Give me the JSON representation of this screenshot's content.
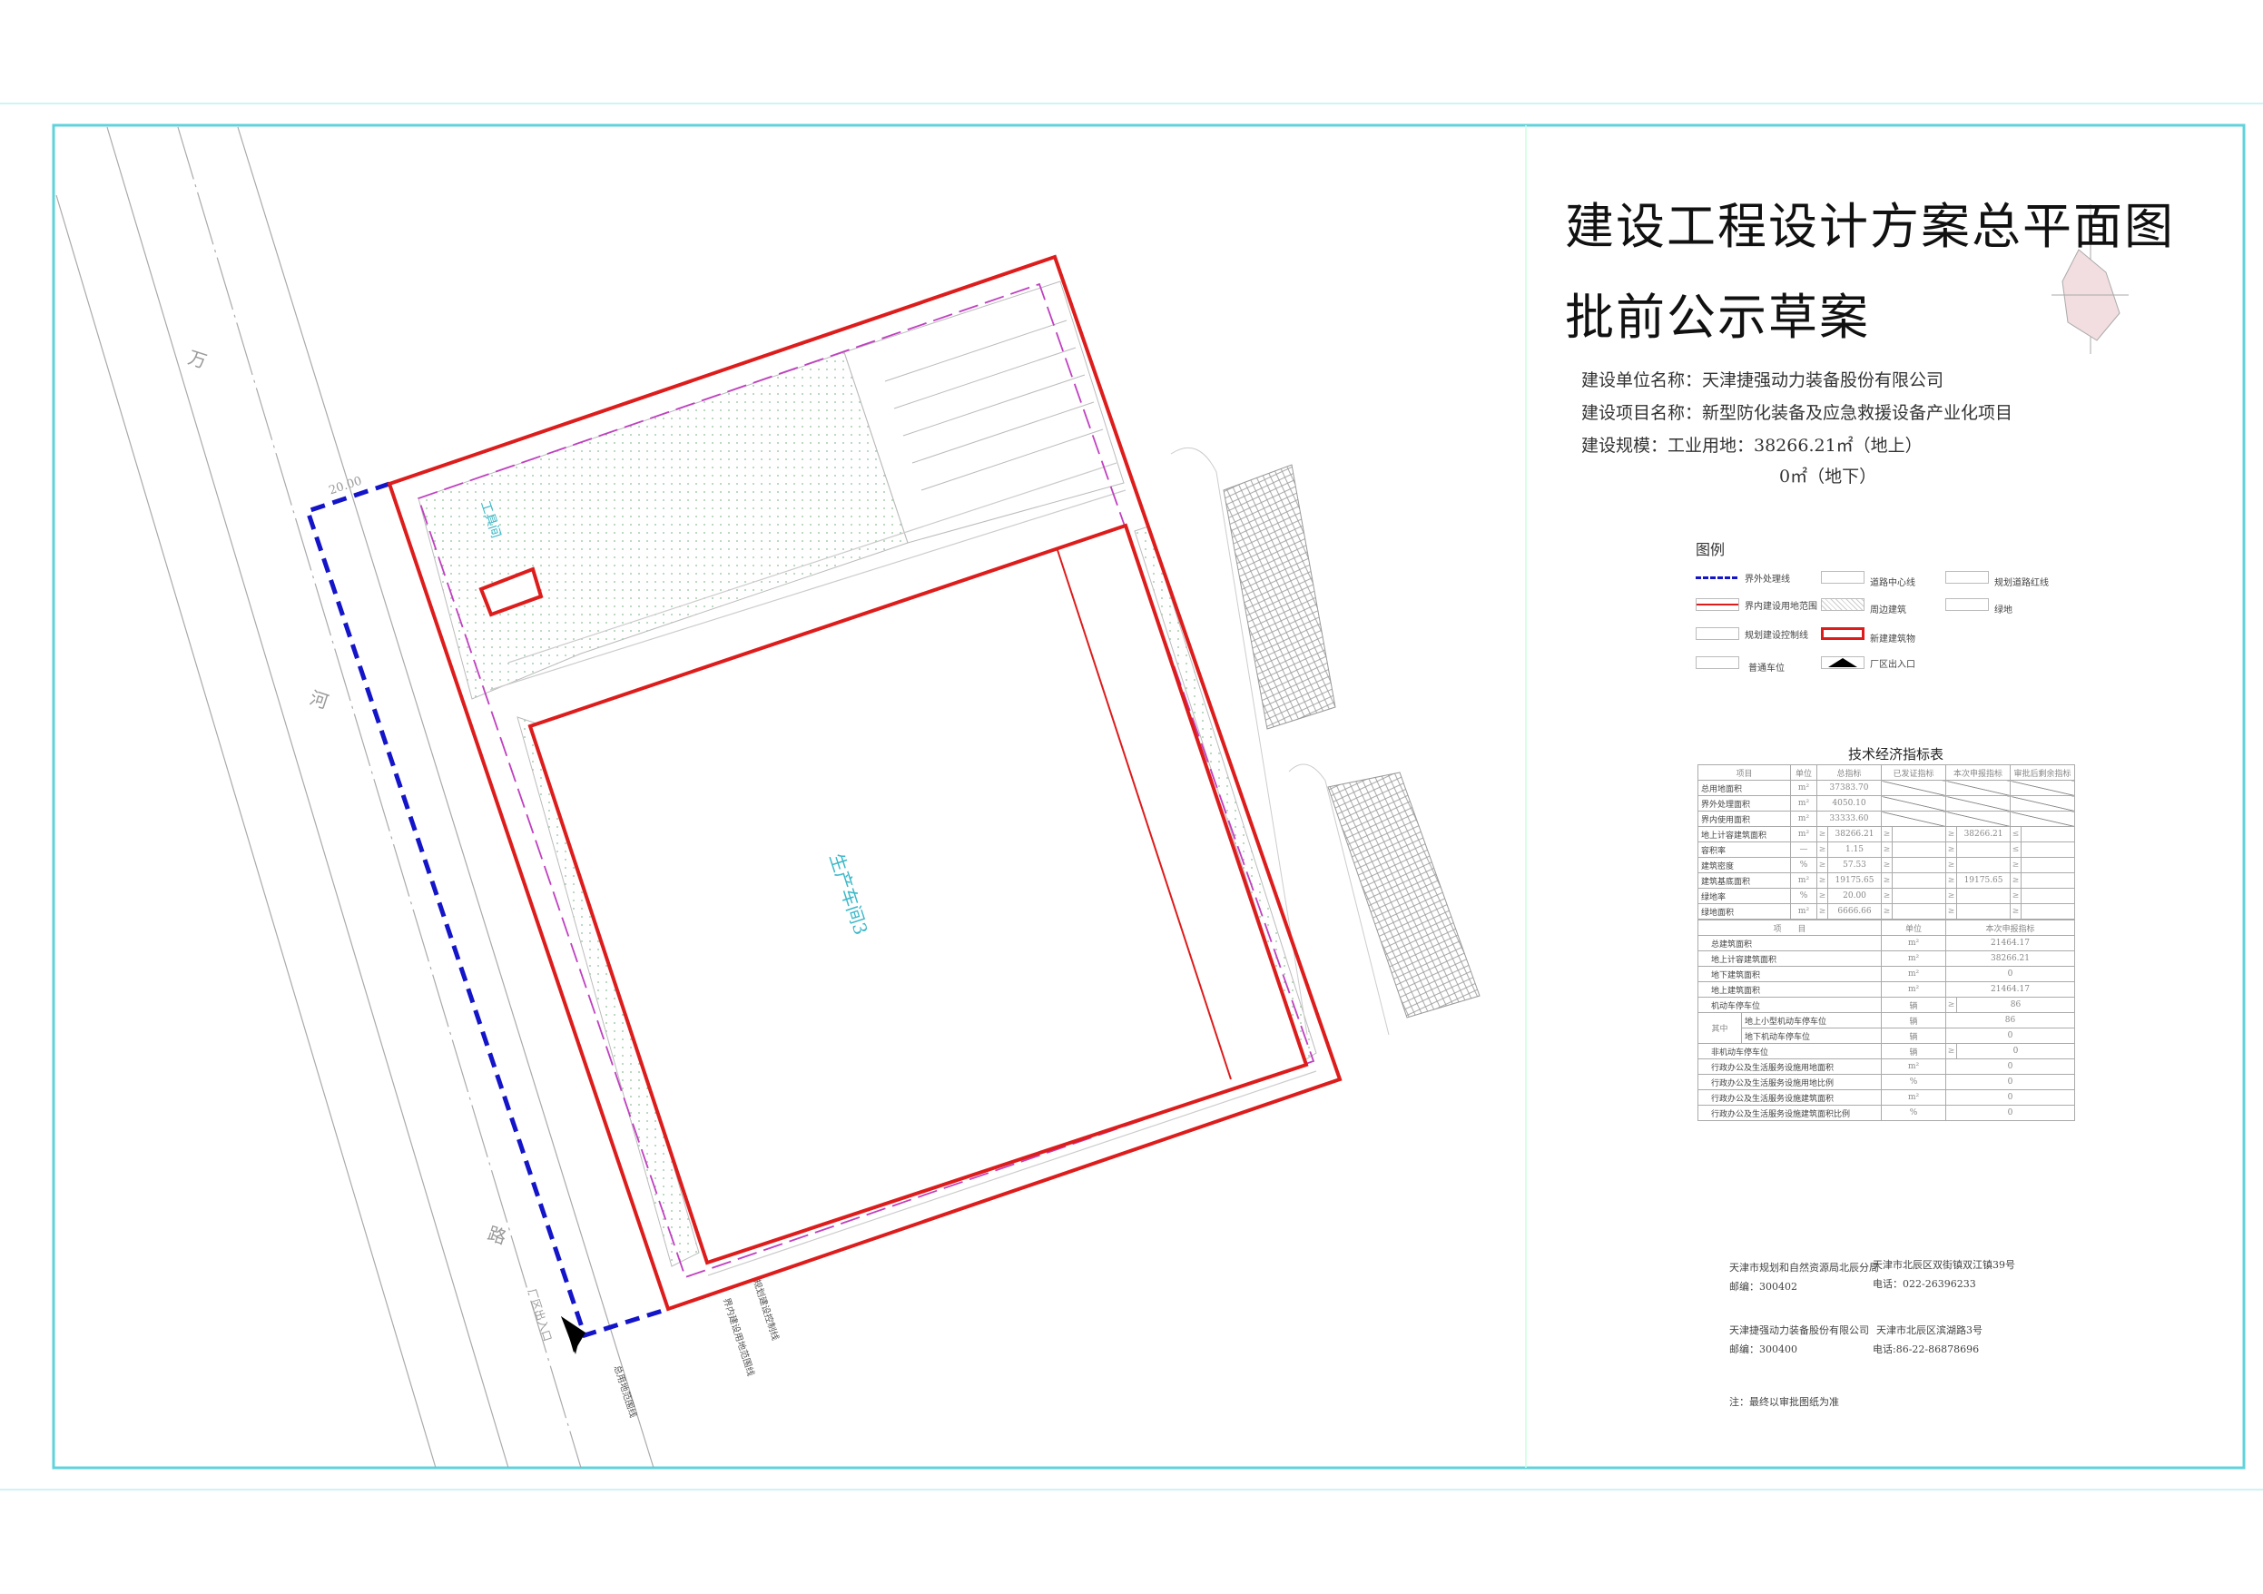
{
  "header": {
    "title_line1": "建设工程设计方案总平面图",
    "title_line2": "批前公示草案",
    "unit_line": "建设单位名称：天津捷强动力装备股份有限公司",
    "project_line": "建设项目名称：新型防化装备及应急救援设备产业化项目",
    "scale_line": "建设规模：工业用地：38266.21㎡（地上）",
    "scale_line2": "0㎡（地下）"
  },
  "colors": {
    "frame": "#5fd3dc",
    "boundary": "#dd1c1c",
    "outer_boundary": "#1414c8",
    "control_line": "#c040c0",
    "label": "#3ab8c8",
    "green": "#9cc9a0"
  },
  "plan": {
    "road_chars": [
      "万",
      "河",
      "路"
    ],
    "dimension": "20.00",
    "tool_room": "工具间",
    "workshop": "生产车间3",
    "entrance": "厂区出入口",
    "line_labels": [
      "总用地范围线",
      "界内建设用地范围线",
      "规划建设控制线"
    ]
  },
  "legend": {
    "title": "图例",
    "items": [
      {
        "label": "界外处理线",
        "icon": "blue-dashed-line"
      },
      {
        "label": "界内建设用地范围",
        "icon": "red-line"
      },
      {
        "label": "规划建设控制线",
        "icon": "dash-dot-line"
      },
      {
        "label": "普通车位",
        "icon": "parking-space"
      },
      {
        "label": "道路中心线",
        "icon": "center-line"
      },
      {
        "label": "周边建筑",
        "icon": "hatched-building"
      },
      {
        "label": "新建建筑物",
        "icon": "red-box"
      },
      {
        "label": "厂区出入口",
        "icon": "entrance-arrow"
      },
      {
        "label": "规划道路红线",
        "icon": "road-red-line"
      },
      {
        "label": "绿地",
        "icon": "green-space"
      }
    ]
  },
  "tech_table": {
    "title": "技术经济指标表",
    "headers": [
      "项目",
      "单位",
      "总指标",
      "已发证指标",
      "本次申报指标",
      "审批后剩余指标"
    ],
    "rows": [
      {
        "item": "总用地面积",
        "unit": "m²",
        "total_op": "",
        "total": "37383.70",
        "issued_op": "",
        "current_op": "",
        "current": "",
        "remain_op": "",
        "diag": true
      },
      {
        "item": "界外处理面积",
        "unit": "m²",
        "total_op": "",
        "total": "4050.10",
        "issued_op": "",
        "current_op": "",
        "current": "",
        "remain_op": "",
        "diag": true
      },
      {
        "item": "界内使用面积",
        "unit": "m²",
        "total_op": "",
        "total": "33333.60",
        "issued_op": "",
        "current_op": "",
        "current": "",
        "remain_op": "",
        "diag": true
      },
      {
        "item": "地上计容建筑面积",
        "unit": "m²",
        "total_op": "≥",
        "total": "38266.21",
        "issued_op": "≥",
        "current_op": "≥",
        "current": "38266.21",
        "remain_op": "≤"
      },
      {
        "item": "容积率",
        "unit": "—",
        "total_op": "≥",
        "total": "1.15",
        "issued_op": "≥",
        "current_op": "≥",
        "current": "",
        "remain_op": "≤"
      },
      {
        "item": "建筑密度",
        "unit": "%",
        "total_op": "≥",
        "total": "57.53",
        "issued_op": "≥",
        "current_op": "≥",
        "current": "",
        "remain_op": "≥"
      },
      {
        "item": "建筑基底面积",
        "unit": "m²",
        "total_op": "≥",
        "total": "19175.65",
        "issued_op": "≥",
        "current_op": "≥",
        "current": "19175.65",
        "remain_op": "≥"
      },
      {
        "item": "绿地率",
        "unit": "%",
        "total_op": "≥",
        "total": "20.00",
        "issued_op": "≥",
        "current_op": "≥",
        "current": "",
        "remain_op": "≥"
      },
      {
        "item": "绿地面积",
        "unit": "m²",
        "total_op": "≥",
        "total": "6666.66",
        "issued_op": "≥",
        "current_op": "≥",
        "current": "",
        "remain_op": "≥"
      }
    ],
    "sub_headers": [
      "项　　目",
      "单位",
      "本次申报指标"
    ],
    "sub_group": "其中",
    "sub_rows": [
      {
        "item": "总建筑面积",
        "unit": "m²",
        "op": "",
        "value": "21464.17"
      },
      {
        "item": "地上计容建筑面积",
        "unit": "m²",
        "op": "",
        "value": "38266.21"
      },
      {
        "item": "地下建筑面积",
        "unit": "m²",
        "op": "",
        "value": "0"
      },
      {
        "item": "地上建筑面积",
        "unit": "m²",
        "op": "",
        "value": "21464.17"
      },
      {
        "item": "机动车停车位",
        "unit": "辆",
        "op": "≥",
        "value": "86"
      },
      {
        "item": "地上小型机动车停车位",
        "unit": "辆",
        "op": "",
        "value": "86",
        "grouped": true
      },
      {
        "item": "地下机动车停车位",
        "unit": "辆",
        "op": "",
        "value": "0",
        "grouped": true
      },
      {
        "item": "非机动车停车位",
        "unit": "辆",
        "op": "≥",
        "value": "0"
      },
      {
        "item": "行政办公及生活服务设施用地面积",
        "unit": "m²",
        "op": "",
        "value": "0"
      },
      {
        "item": "行政办公及生活服务设施用地比例",
        "unit": "%",
        "op": "",
        "value": "0"
      },
      {
        "item": "行政办公及生活服务设施建筑面积",
        "unit": "m²",
        "op": "",
        "value": "0"
      },
      {
        "item": "行政办公及生活服务设施建筑面积比例",
        "unit": "%",
        "op": "",
        "value": "0"
      }
    ]
  },
  "contacts": [
    {
      "name": "天津市规划和自然资源局北辰分局",
      "postcode": "邮编：300402",
      "address": "天津市北辰区双街镇双江镇39号",
      "phone": "电话：022-26396233"
    },
    {
      "name": "天津捷强动力装备股份有限公司",
      "postcode": "邮编：300400",
      "address": "天津市北辰区滨湖路3号",
      "phone": "电话:86-22-86878696"
    }
  ],
  "note": "注：最终以审批图纸为准"
}
